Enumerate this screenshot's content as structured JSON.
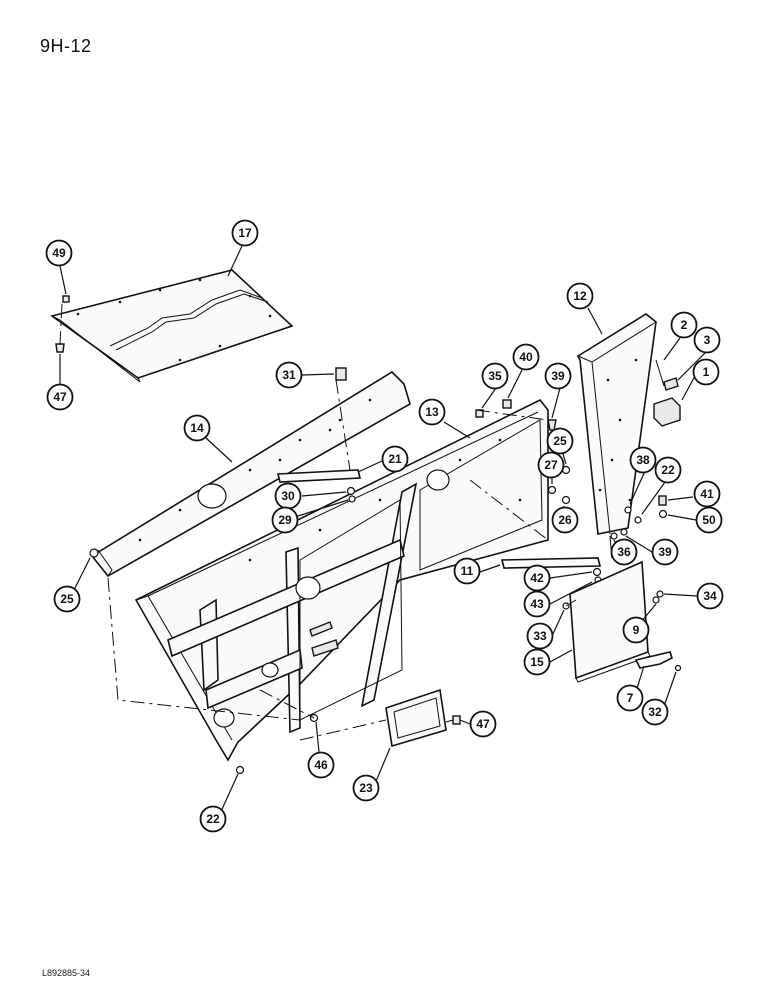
{
  "page": {
    "header": "9H-12",
    "footer": "L892885-34"
  },
  "callouts": [
    {
      "id": "c49",
      "label": "49"
    },
    {
      "id": "c17",
      "label": "17"
    },
    {
      "id": "c47a",
      "label": "47"
    },
    {
      "id": "c12",
      "label": "12"
    },
    {
      "id": "c2",
      "label": "2"
    },
    {
      "id": "c3",
      "label": "3"
    },
    {
      "id": "c1",
      "label": "1"
    },
    {
      "id": "c31",
      "label": "31"
    },
    {
      "id": "c40",
      "label": "40"
    },
    {
      "id": "c35",
      "label": "35"
    },
    {
      "id": "c39a",
      "label": "39"
    },
    {
      "id": "c14",
      "label": "14"
    },
    {
      "id": "c13",
      "label": "13"
    },
    {
      "id": "c25a",
      "label": "25"
    },
    {
      "id": "c21",
      "label": "21"
    },
    {
      "id": "c27",
      "label": "27"
    },
    {
      "id": "c38",
      "label": "38"
    },
    {
      "id": "c22a",
      "label": "22"
    },
    {
      "id": "c30",
      "label": "30"
    },
    {
      "id": "c41",
      "label": "41"
    },
    {
      "id": "c29",
      "label": "29"
    },
    {
      "id": "c26",
      "label": "26"
    },
    {
      "id": "c50",
      "label": "50"
    },
    {
      "id": "c36",
      "label": "36"
    },
    {
      "id": "c39b",
      "label": "39"
    },
    {
      "id": "c11",
      "label": "11"
    },
    {
      "id": "c42",
      "label": "42"
    },
    {
      "id": "c25b",
      "label": "25"
    },
    {
      "id": "c34",
      "label": "34"
    },
    {
      "id": "c43",
      "label": "43"
    },
    {
      "id": "c9",
      "label": "9"
    },
    {
      "id": "c33",
      "label": "33"
    },
    {
      "id": "c15",
      "label": "15"
    },
    {
      "id": "c7",
      "label": "7"
    },
    {
      "id": "c32",
      "label": "32"
    },
    {
      "id": "c47b",
      "label": "47"
    },
    {
      "id": "c46",
      "label": "46"
    },
    {
      "id": "c23",
      "label": "23"
    },
    {
      "id": "c22b",
      "label": "22"
    }
  ]
}
